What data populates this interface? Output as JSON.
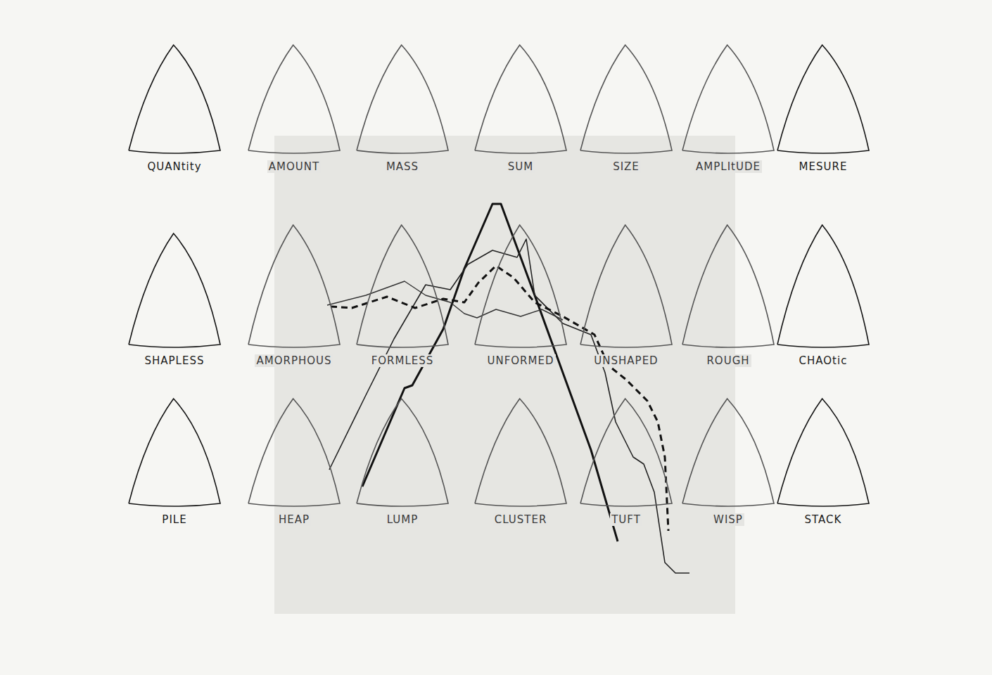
{
  "diagram": {
    "nodes": [
      {
        "text": [
          "QUANtity"
        ]
      },
      {
        "text": [
          "AMOUNT"
        ]
      },
      {
        "text": [
          "MASS"
        ]
      },
      {
        "text": [
          "SUM"
        ]
      },
      {
        "text": [
          "SIZE"
        ]
      },
      {
        "text": [
          "AMPLItUDE"
        ]
      },
      {
        "text": [
          "MESURE"
        ]
      },
      {
        "text": [
          "SHAPLESS"
        ]
      },
      {
        "text": [
          "AMORPHOUS"
        ]
      },
      {
        "text": [
          "FORMLESS"
        ]
      },
      {
        "text": [
          "UNFORMED"
        ]
      },
      {
        "text": [
          "UNSHAPED"
        ]
      },
      {
        "text": [
          "ROUGH"
        ]
      },
      {
        "text": [
          "CHAOtic"
        ]
      },
      {
        "text": [
          "PILE"
        ]
      },
      {
        "text": [
          "HEAP"
        ]
      },
      {
        "text": [
          "LUMP"
        ]
      },
      {
        "text": [
          "CLUSTER"
        ]
      },
      {
        "text": [
          "TUFT"
        ]
      },
      {
        "text": [
          "WISP"
        ]
      },
      {
        "text": [
          "STACK"
        ]
      }
    ]
  }
}
